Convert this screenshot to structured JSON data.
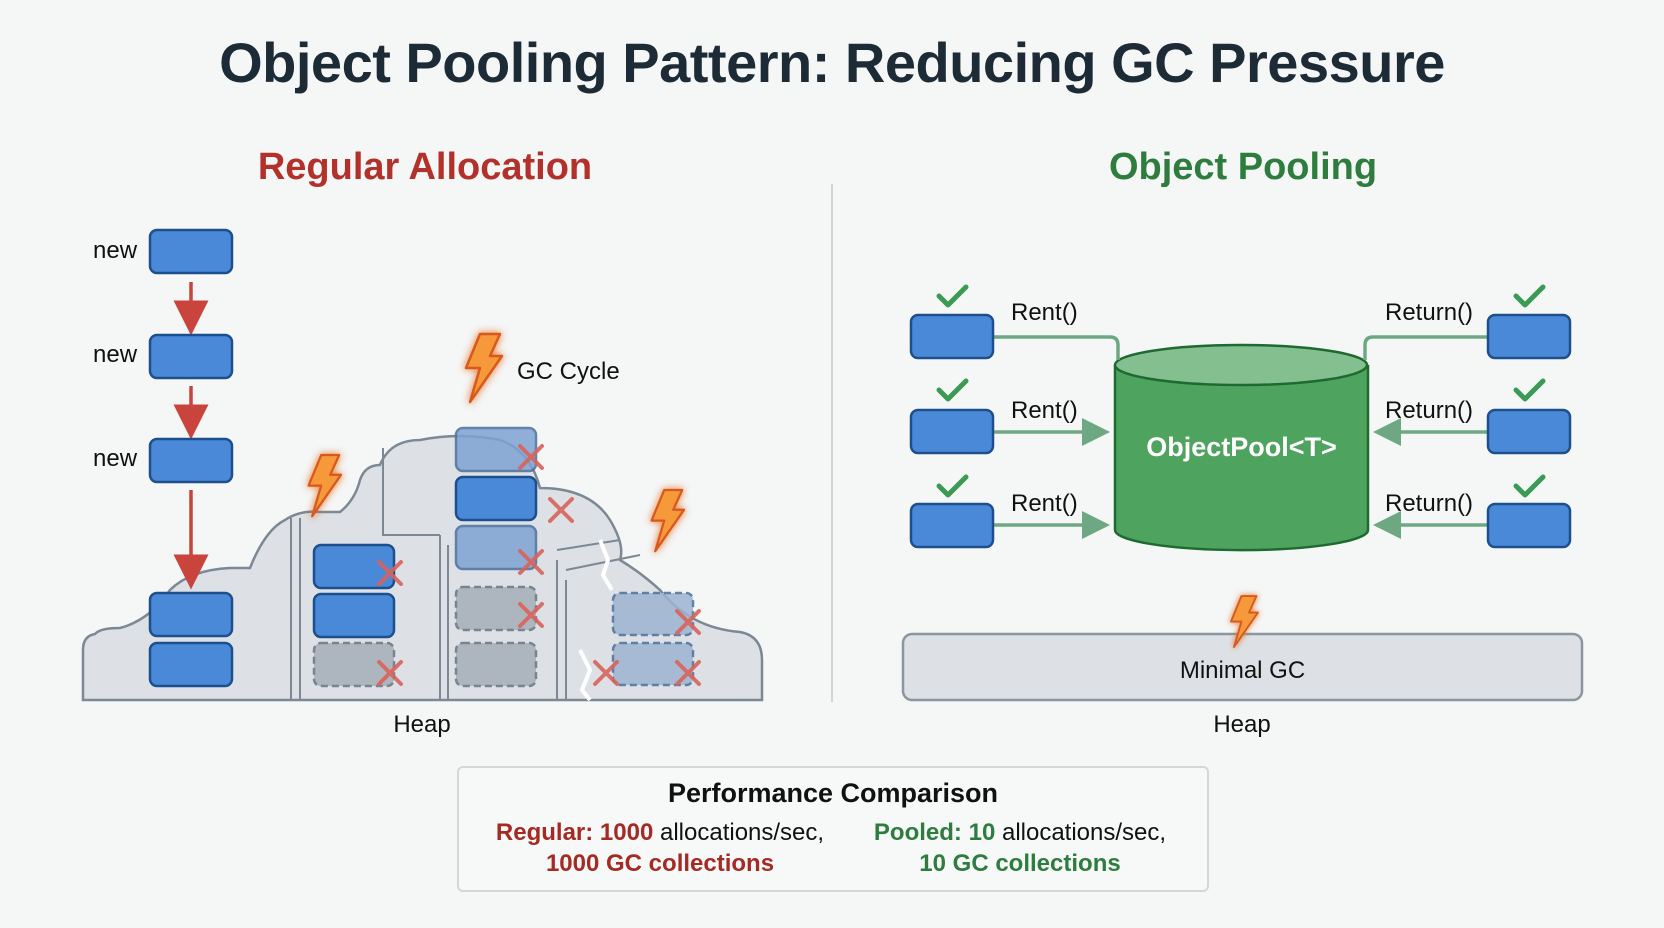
{
  "title": "Object Pooling Pattern: Reducing GC Pressure",
  "left": {
    "title": "Regular Allocation",
    "new_labels": [
      "new",
      "new",
      "new"
    ],
    "gc_label": "GC Cycle",
    "heap_label": "Heap"
  },
  "right": {
    "title": "Object Pooling",
    "pool_label": "ObjectPool<T>",
    "rent_labels": [
      "Rent()",
      "Rent()",
      "Rent()"
    ],
    "return_labels": [
      "Return()",
      "Return()",
      "Return()"
    ],
    "heap_bar_label": "Minimal GC",
    "heap_label": "Heap"
  },
  "performance": {
    "title": "Performance Comparison",
    "regular": {
      "prefix": "Regular: ",
      "allocations": "1000",
      "allocations_suffix": " allocations/sec,",
      "collections": "1000 GC collections"
    },
    "pooled": {
      "prefix": "Pooled: ",
      "allocations": "10",
      "allocations_suffix": " allocations/sec,",
      "collections": "10 GC collections"
    }
  },
  "colors": {
    "regular_accent": "#b3312b",
    "pooling_accent": "#2e7d3e",
    "object_blue": "#4a89d8",
    "object_border": "#1d4f8c",
    "gc_orange": "#f6993a",
    "heap_fill": "#dde1e6"
  }
}
